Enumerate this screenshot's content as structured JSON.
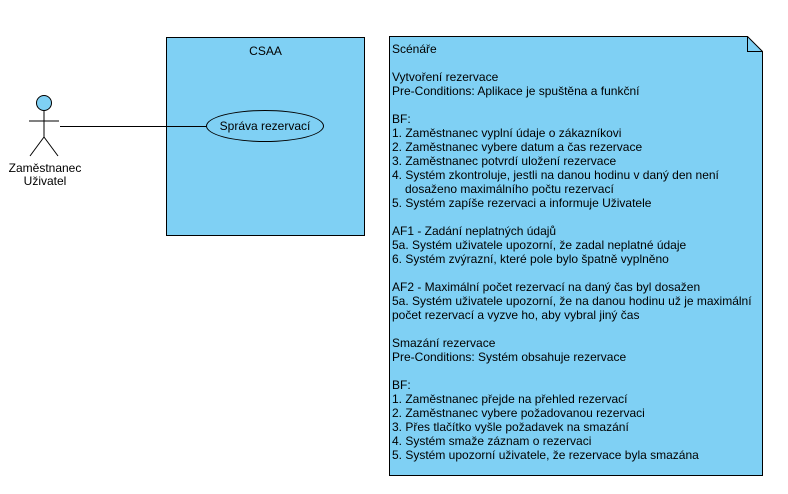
{
  "system": {
    "title": "CSAA"
  },
  "actor": {
    "name_line1": "Zaměstnanec",
    "name_line2": "Uživatel"
  },
  "usecase": {
    "label": "Správa rezervací"
  },
  "note": {
    "lines": [
      "Scénáře",
      "",
      "Vytvoření rezervace",
      "Pre-Conditions: Aplikace je spuštěna a funkční",
      "",
      "BF:",
      "1. Zaměstnanec vyplní údaje o zákazníkovi",
      "2. Zaměstnanec vybere datum a čas rezervace",
      "3. Zaměstnanec potvrdí uložení rezervace",
      "4. Systém zkontroluje, jestli na danou hodinu v daný den není",
      "dosaženo maximálního počtu rezervací",
      "5. Systém zapíše rezervaci a informuje Uživatele",
      "",
      "AF1 - Zadání neplatných údajů",
      "5a. Systém uživatele upozorní, že zadal neplatné údaje",
      "6. Systém zvýrazní, které pole bylo špatně vyplněno",
      "",
      "AF2 - Maximální počet rezervací na daný čas byl dosažen",
      "5a. Systém uživatele upozorní, že na danou hodinu už je maximální",
      "počet rezervací a vyzve ho, aby vybral jiný čas",
      "",
      "Smazání rezervace",
      "Pre-Conditions: Systém obsahuje rezervace",
      "",
      "BF:",
      "1. Zaměstnanec přejde na přehled rezervací",
      "2. Zaměstnanec vybere požadovanou rezervaci",
      "3. Přes tlačítko vyšle požadavek na smazání",
      "4. Systém smaže záznam o rezervaci",
      "5. Systém upozorní uživatele, že rezervace byla smazána"
    ]
  },
  "colors": {
    "fill": "#7fd0f4",
    "stroke": "#000000",
    "actor_head": "#7fd0f4"
  }
}
